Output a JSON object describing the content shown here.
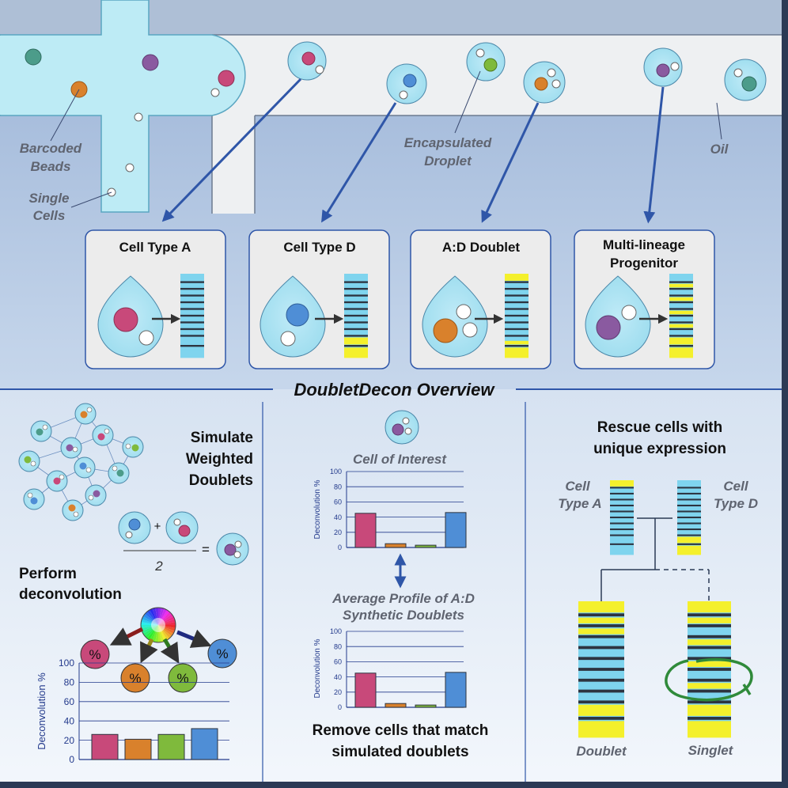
{
  "top": {
    "labels": {
      "barcoded_beads_1": "Barcoded",
      "barcoded_beads_2": "Beads",
      "single_cells_1": "Single",
      "single_cells_2": "Cells",
      "encapsulated_1": "Encapsulated",
      "encapsulated_2": "Droplet",
      "oil": "Oil"
    },
    "panels": [
      {
        "title_1": "Cell Type A",
        "title_2": ""
      },
      {
        "title_1": "Cell Type D",
        "title_2": ""
      },
      {
        "title_1": "A:D Doublet",
        "title_2": ""
      },
      {
        "title_1": "Multi-lineage",
        "title_2": "Progenitor"
      }
    ]
  },
  "section_title": "DoubletDecon Overview",
  "left": {
    "simulate_1": "Simulate",
    "simulate_2": "Weighted",
    "simulate_3": "Doublets",
    "fraction_plus": "+",
    "fraction_den": "2",
    "fraction_eq": "=",
    "perform_1": "Perform",
    "perform_2": "deconvolution",
    "pct_symbol": "%"
  },
  "middle": {
    "cell_of_interest": "Cell of Interest",
    "avg_profile_1": "Average Profile of A:D",
    "avg_profile_2": "Synthetic Doublets",
    "remove_1": "Remove cells that match",
    "remove_2": "simulated doublets"
  },
  "right": {
    "rescue_1": "Rescue cells with",
    "rescue_2": "unique expression",
    "cell_a_1": "Cell",
    "cell_a_2": "Type A",
    "cell_d_1": "Cell",
    "cell_d_2": "Type D",
    "doublet": "Doublet",
    "singlet": "Singlet"
  },
  "colors": {
    "pink": "#c8497a",
    "orange": "#d9812c",
    "green": "#7fba3c",
    "blue": "#4f8ed6",
    "purple": "#8a5aa0",
    "teal": "#4c9c8a",
    "cyan": "#7fd4ee",
    "yellow": "#f4f02c",
    "droplet": "#a8e0f0",
    "channel": "#bdebf5",
    "axis": "#233a8c"
  },
  "chart_data": [
    {
      "type": "bar",
      "title": "Cell of Interest",
      "ylabel": "Deconvolution %",
      "ylim": [
        0,
        100
      ],
      "yticks": [
        0,
        20,
        40,
        60,
        80,
        100
      ],
      "values": [
        45,
        5,
        3,
        46
      ],
      "colors": [
        "#c8497a",
        "#d9812c",
        "#7fba3c",
        "#4f8ed6"
      ]
    },
    {
      "type": "bar",
      "title": "Average Profile of A:D Synthetic Doublets",
      "ylabel": "Deconvolution %",
      "ylim": [
        0,
        100
      ],
      "yticks": [
        0,
        20,
        40,
        60,
        80,
        100
      ],
      "values": [
        45,
        5,
        3,
        46
      ],
      "colors": [
        "#c8497a",
        "#d9812c",
        "#7fba3c",
        "#4f8ed6"
      ]
    },
    {
      "type": "bar",
      "title": "",
      "ylabel": "Deconvolution %",
      "ylim": [
        0,
        100
      ],
      "yticks": [
        0,
        20,
        40,
        60,
        80,
        100
      ],
      "values": [
        26,
        21,
        26,
        32
      ],
      "colors": [
        "#c8497a",
        "#d9812c",
        "#7fba3c",
        "#4f8ed6"
      ]
    }
  ]
}
